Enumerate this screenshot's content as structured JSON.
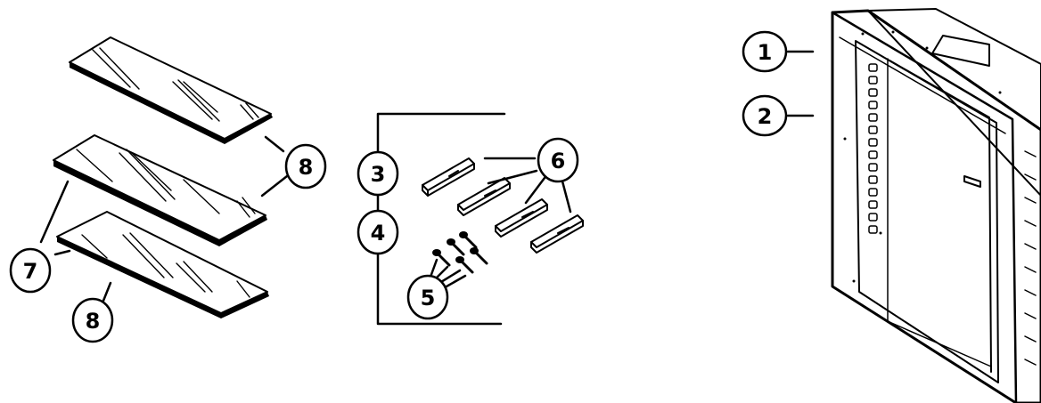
{
  "diagram": {
    "callouts": [
      {
        "id": "c1",
        "label": "1"
      },
      {
        "id": "c2",
        "label": "2"
      },
      {
        "id": "c3",
        "label": "3"
      },
      {
        "id": "c4",
        "label": "4"
      },
      {
        "id": "c5",
        "label": "5"
      },
      {
        "id": "c6",
        "label": "6"
      },
      {
        "id": "c7",
        "label": "7"
      },
      {
        "id": "c8a",
        "label": "8"
      },
      {
        "id": "c8b",
        "label": "8"
      }
    ]
  }
}
